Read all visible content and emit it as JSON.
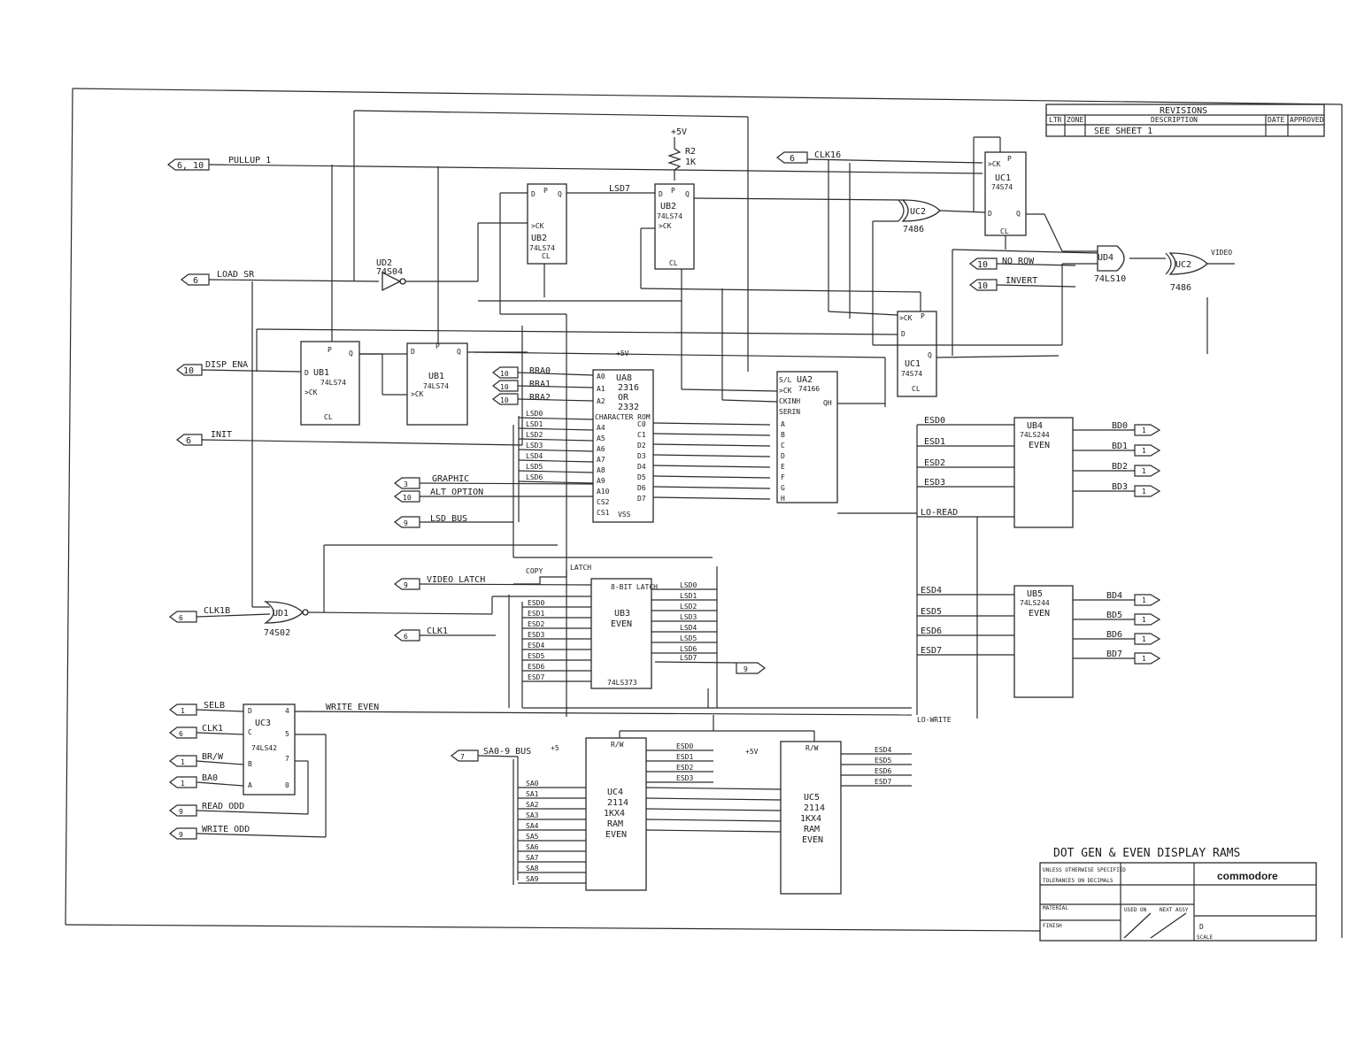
{
  "title_block": {
    "revisions": "REVISIONS",
    "cols": [
      "LTR",
      "ZONE",
      "DESCRIPTION",
      "DATE",
      "APPROVED"
    ],
    "see_sheet": "SEE SHEET 1",
    "drawing_title": "DOT GEN & EVEN DISPLAY RAMS",
    "company": "commodore",
    "unless": "UNLESS OTHERWISE SPECIFIED",
    "tolerances": "TOLERANCES ON DECIMALS",
    "material": "MATERIAL",
    "finish": "FINISH",
    "used_on": "USED ON",
    "next_assy": "NEXT ASSY",
    "size": "D",
    "scale": "SCALE"
  },
  "offpage": {
    "pullup": {
      "num": "6, 10",
      "label": "PULLUP 1"
    },
    "clk16": {
      "num": "6",
      "label": "CLK16"
    },
    "load_sr": {
      "num": "6",
      "label": "LOAD SR"
    },
    "disp_ena": {
      "num": "10",
      "label": "DISP ENA"
    },
    "init": {
      "num": "6",
      "label": "INIT"
    },
    "no_row": {
      "num": "10",
      "label": "NO ROW"
    },
    "invert": {
      "num": "10",
      "label": "INVERT"
    },
    "rra0": {
      "num": "10",
      "label": "RRA0"
    },
    "rra1": {
      "num": "10",
      "label": "RRA1"
    },
    "rra2": {
      "num": "10",
      "label": "RRA2"
    },
    "graphic": {
      "num": "3",
      "label": "GRAPHIC"
    },
    "alt_option": {
      "num": "10",
      "label": "ALT OPTION"
    },
    "lsd_bus": {
      "num": "9",
      "label": "LSD BUS"
    },
    "video_latch": {
      "num": "9",
      "label": "VIDEO LATCH"
    },
    "clk1b": {
      "num": "6",
      "label": "CLK1B"
    },
    "clk1": {
      "num": "6",
      "label": "CLK1"
    },
    "selb": {
      "num": "1",
      "label": "SELB"
    },
    "clk1b2": {
      "num": "6",
      "label": "CLK1"
    },
    "brw": {
      "num": "1",
      "label": "BR/W"
    },
    "ba0": {
      "num": "1",
      "label": "BA0"
    },
    "read_odd": {
      "num": "9",
      "label": "READ ODD"
    },
    "write_odd": {
      "num": "9",
      "label": "WRITE ODD"
    },
    "sa_bus": {
      "num": "7",
      "label": "SA0-9 BUS"
    },
    "latch_out": {
      "num": "9",
      "label": ""
    }
  },
  "chips": {
    "ud2": {
      "name": "UD2",
      "part": "74S04"
    },
    "ub2a": {
      "name": "UB2",
      "part": "74LS74"
    },
    "ub2b": {
      "name": "UB2",
      "part": "74LS74"
    },
    "ub1a": {
      "name": "UB1",
      "part": "74LS74"
    },
    "ub1b": {
      "name": "UB1",
      "part": "74LS74"
    },
    "uc1a": {
      "name": "UC1",
      "part": "74S74"
    },
    "uc1b": {
      "name": "UC1",
      "part": "74S74"
    },
    "uc2a": {
      "name": "UC2",
      "part": "7486"
    },
    "uc2b": {
      "name": "UC2",
      "part": "7486"
    },
    "ud4": {
      "name": "UD4",
      "part": "74LS10"
    },
    "ua8": {
      "name": "UA8",
      "part": "2316",
      "alt": "OR",
      "alt2": "2332",
      "role": "CHARACTER ROM",
      "pwr": "+5V"
    },
    "ua2": {
      "name": "UA2",
      "part": "74166"
    },
    "ub3": {
      "name": "UB3",
      "part": "74LS373",
      "role": "8-BIT LATCH",
      "side": "EVEN"
    },
    "ud1": {
      "name": "UD1",
      "part": "74S02"
    },
    "uc3": {
      "name": "UC3",
      "part": "74LS42"
    },
    "ub4": {
      "name": "UB4",
      "part": "74LS244",
      "side": "EVEN"
    },
    "ub5": {
      "name": "UB5",
      "part": "74LS244",
      "side": "EVEN"
    },
    "uc4": {
      "name": "UC4",
      "part": "2114",
      "role": "1KX4",
      "role2": "RAM",
      "side": "EVEN"
    },
    "uc5": {
      "name": "UC5",
      "part": "2114",
      "role": "1KX4",
      "role2": "RAM",
      "side": "EVEN"
    },
    "r2": {
      "name": "R2",
      "value": "1K",
      "pwr": "+5V"
    }
  },
  "nets": {
    "lsd7": "LSD7",
    "esd0": "ESD0",
    "esd1": "ESD1",
    "esd2": "ESD2",
    "esd3": "ESD3",
    "esd4": "ESD4",
    "esd5": "ESD5",
    "esd6": "ESD6",
    "esd7": "ESD7",
    "lo_read": "LO-READ",
    "lo_write": "LO-WRITE",
    "write_even": "WRITE EVEN",
    "copy": "COPY",
    "latch": "LATCH",
    "video": "VIDEO",
    "plus5": "+5",
    "plus5v": "+5V",
    "lsd": [
      "LSD0",
      "LSD1",
      "LSD2",
      "LSD3",
      "LSD4",
      "LSD5",
      "LSD6"
    ],
    "lsd_out": [
      "LSD0",
      "LSD1",
      "LSD2",
      "LSD3",
      "LSD4",
      "LSD5",
      "LSD6",
      "LSD7"
    ],
    "esd_in": [
      "ESD0",
      "ESD1",
      "ESD2",
      "ESD3",
      "ESD4",
      "ESD5",
      "ESD6",
      "ESD7"
    ],
    "sa": [
      "SA0",
      "SA1",
      "SA2",
      "SA3",
      "SA4",
      "SA5",
      "SA6",
      "SA7",
      "SA8",
      "SA9"
    ],
    "bd": [
      "BD0",
      "BD1",
      "BD2",
      "BD3",
      "BD4",
      "BD5",
      "BD6",
      "BD7"
    ],
    "ram_out_a": [
      "ESD0",
      "ESD1",
      "ESD2",
      "ESD3"
    ],
    "ram_out_b": [
      "ESD4",
      "ESD5",
      "ESD6",
      "ESD7"
    ]
  },
  "bd_ports": [
    "1",
    "1",
    "1",
    "1",
    "1",
    "1",
    "1",
    "1"
  ]
}
